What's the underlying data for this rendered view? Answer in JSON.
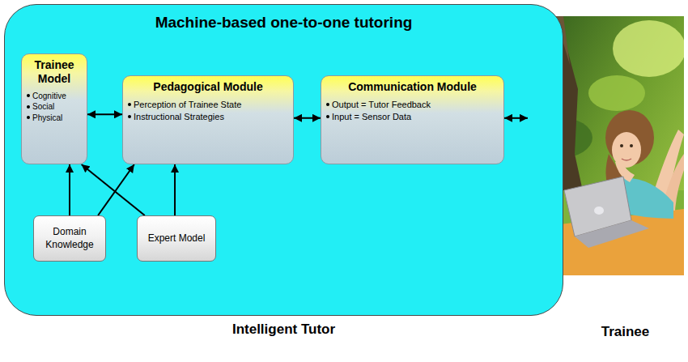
{
  "diagram": {
    "nodes": [
      {
        "text": [
          "Machine-based one-to-one tutoring",
          "Intelligent Tutor"
        ]
      },
      {
        "text": [
          "Trainee Model",
          "Cognitive",
          "Social",
          "Physical"
        ],
        "in": 0
      },
      {
        "text": [
          "Pedagogical Module",
          "Perception of Trainee State",
          "Instructional Strategies"
        ],
        "in": 0
      },
      {
        "text": [
          "Communication Module",
          "Output = Tutor Feedback",
          "Input = Sensor Data"
        ],
        "in": 0
      },
      {
        "text": [
          "Domain Knowledge"
        ],
        "in": 0
      },
      {
        "text": [
          "Expert Model"
        ],
        "in": 0
      },
      {
        "text": [
          "Trainee"
        ]
      }
    ],
    "edges": [
      {
        "from": 1,
        "to": 2,
        "arrow": "both"
      },
      {
        "from": 2,
        "to": 3,
        "arrow": "both"
      },
      {
        "from": 3,
        "to": 6,
        "arrow": "both"
      },
      {
        "from": 4,
        "to": 1,
        "arrow": "to"
      },
      {
        "from": 4,
        "to": 2,
        "arrow": "to"
      },
      {
        "from": 5,
        "to": 1,
        "arrow": "to"
      },
      {
        "from": 5,
        "to": 2,
        "arrow": "to"
      }
    ]
  }
}
